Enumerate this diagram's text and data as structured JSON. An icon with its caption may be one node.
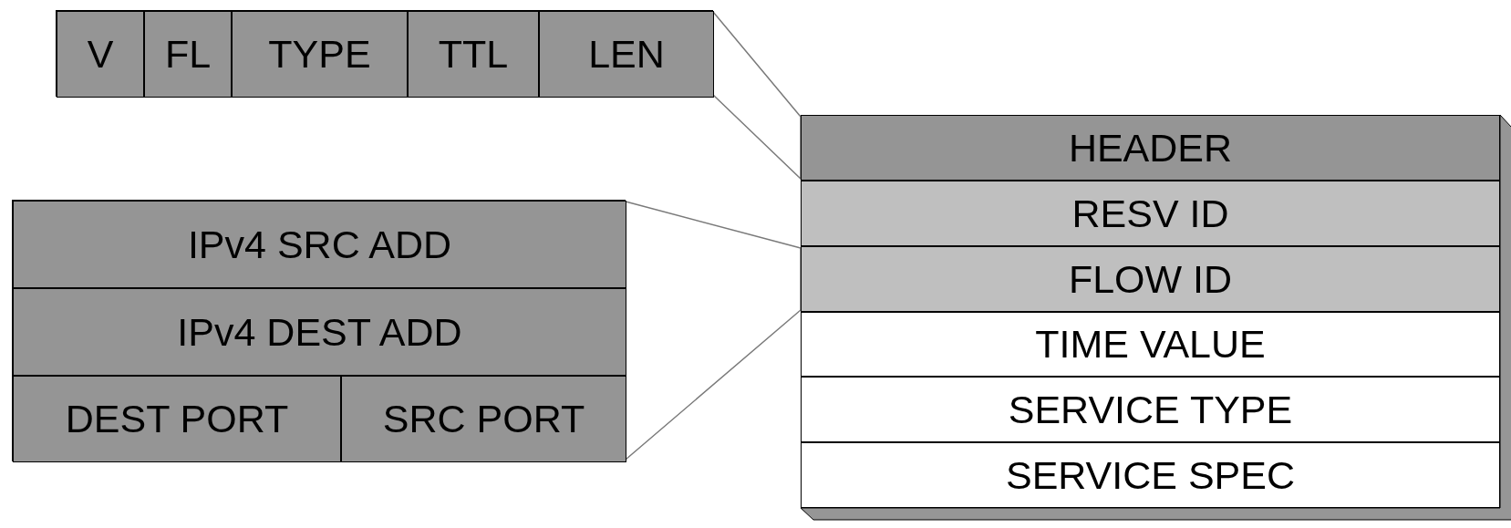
{
  "diagram": {
    "nodes": [
      {
        "text": [],
        "shape": "box"
      },
      {
        "text": [
          "V"
        ],
        "in": 0
      },
      {
        "text": [
          "FL"
        ],
        "in": 0
      },
      {
        "text": [
          "TYPE"
        ],
        "in": 0
      },
      {
        "text": [
          "TTL"
        ],
        "in": 0
      },
      {
        "text": [
          "LEN"
        ],
        "in": 0
      },
      {
        "text": [],
        "shape": "box"
      },
      {
        "text": [
          "IPv4 SRC ADD"
        ],
        "in": 6
      },
      {
        "text": [
          "IPv4 DEST ADD"
        ],
        "in": 6
      },
      {
        "text": [
          "DEST PORT"
        ],
        "in": 6
      },
      {
        "text": [
          "SRC PORT"
        ],
        "in": 6
      },
      {
        "text": [],
        "shape": "box"
      },
      {
        "text": [
          "HEADER"
        ],
        "in": 11
      },
      {
        "text": [
          "RESV ID"
        ],
        "in": 11
      },
      {
        "text": [
          "FLOW ID"
        ],
        "in": 11
      },
      {
        "text": [
          "TIME VALUE"
        ],
        "in": 11
      },
      {
        "text": [
          "SERVICE TYPE"
        ],
        "in": 11
      },
      {
        "text": [
          "SERVICE SPEC"
        ],
        "in": 11
      }
    ],
    "edges": [
      {
        "from": 0,
        "to": 12,
        "arrow": "none",
        "color": "#7a7a7a"
      },
      {
        "from": 6,
        "to": 14,
        "arrow": "none",
        "color": "#7a7a7a"
      }
    ]
  }
}
